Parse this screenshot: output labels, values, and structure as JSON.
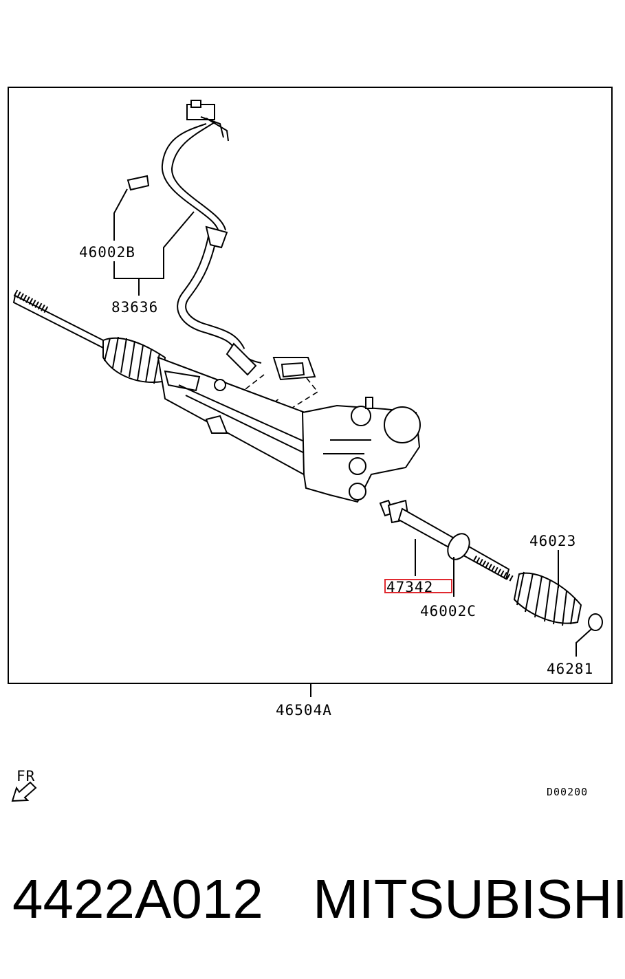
{
  "parts": {
    "harness_connector": "46002B",
    "harness": "83636",
    "outer_boot": "46023",
    "tie_rod": "47342",
    "clip": "46002C",
    "boot_band": "46281",
    "gear_assembly": "46504A"
  },
  "orientation_label": "FR",
  "diagram_code": "D00200",
  "part_number": "4422A012",
  "brand": "MITSUBISHI",
  "colors": {
    "highlight": "#e0292f",
    "ink": "#000000"
  }
}
